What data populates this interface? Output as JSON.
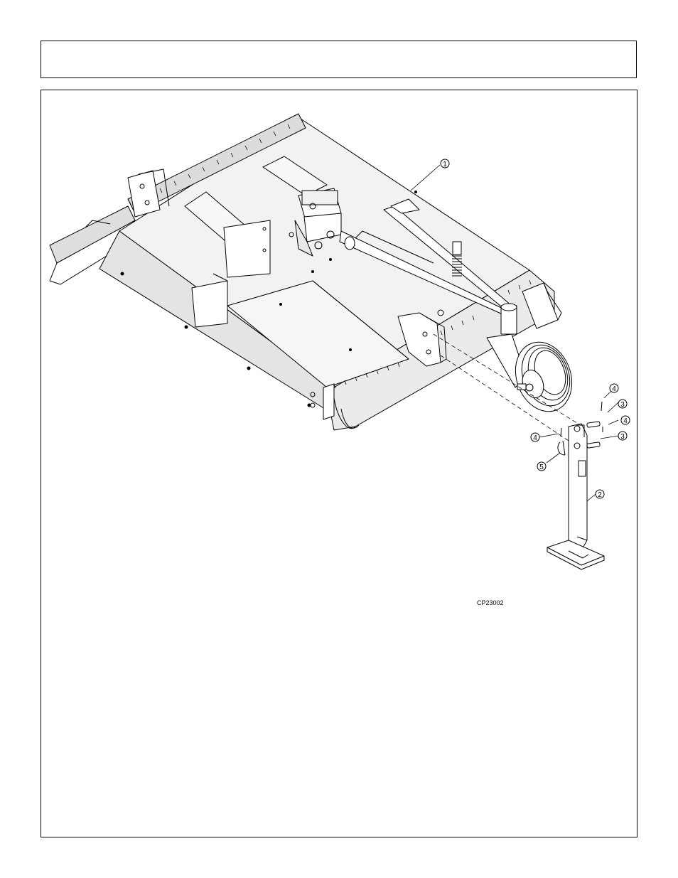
{
  "header": {
    "title": ""
  },
  "figure": {
    "id": "CP23002",
    "callouts": [
      {
        "number": "1",
        "part": "mower-deck"
      },
      {
        "number": "2",
        "part": "parking-stand"
      },
      {
        "number": "3",
        "part": "pin-upper"
      },
      {
        "number": "4",
        "part": "clip-upper"
      },
      {
        "number": "4",
        "part": "clip-right"
      },
      {
        "number": "3",
        "part": "pin-lower"
      },
      {
        "number": "4",
        "part": "clip-left"
      },
      {
        "number": "5",
        "part": "lynch-pin"
      }
    ]
  }
}
